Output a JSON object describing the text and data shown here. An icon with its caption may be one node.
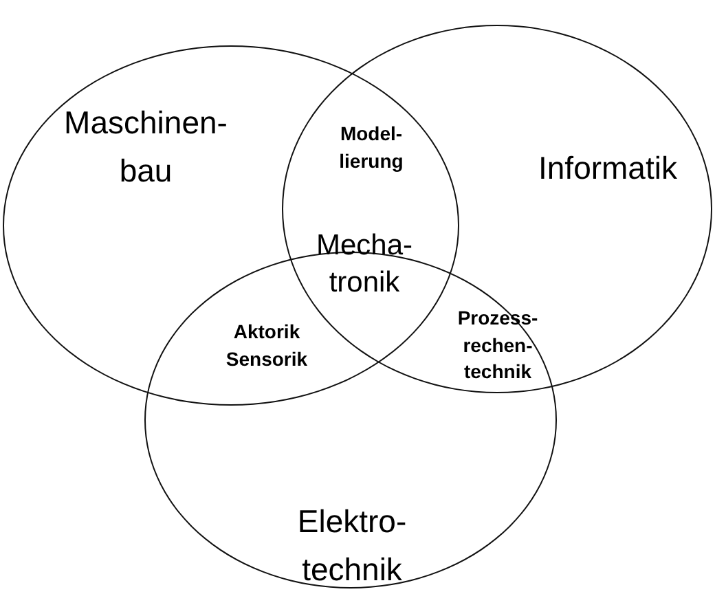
{
  "diagram": {
    "nodes": [
      {
        "text": [
          "Maschinen- bau"
        ]
      },
      {
        "text": [
          "Informatik"
        ]
      },
      {
        "text": [
          "Elektro- technik"
        ]
      }
    ],
    "labels": [
      "Model- lierung",
      "Mecha- tronik",
      "Aktorik Sensorik",
      "Prozess- rechen- technik"
    ]
  }
}
